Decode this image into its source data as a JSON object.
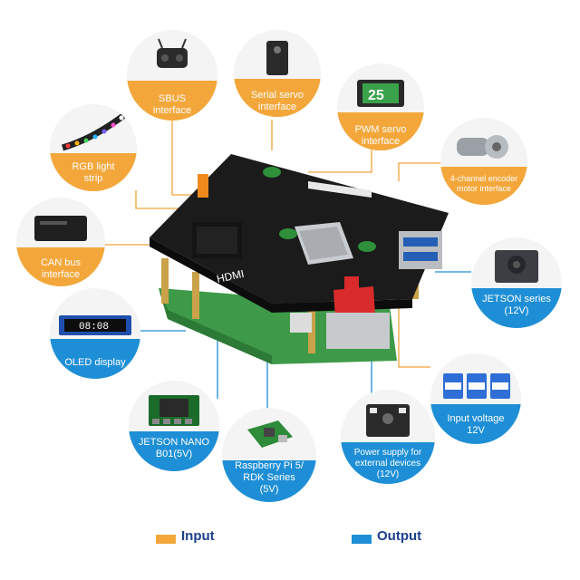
{
  "colors": {
    "input": "#f3a73b",
    "output": "#1e8fd6",
    "connector_input": "#f0a43a",
    "connector_output": "#1e8fd6"
  },
  "labels": {
    "sbus": [
      "SBUS",
      "interface"
    ],
    "serial": [
      "Serial servo",
      "interface"
    ],
    "pwm": [
      "PWM servo",
      "interface"
    ],
    "encoder": [
      "4-channel encoder",
      "motor interface"
    ],
    "rgb": [
      "RGB light",
      "strip"
    ],
    "can": [
      "CAN bus",
      "interface"
    ],
    "jetson": [
      "JETSON series",
      "(12V)"
    ],
    "oled": [
      "OLED display"
    ],
    "voltage": [
      "Input voltage",
      "12V"
    ],
    "nano": [
      "JETSON NANO",
      "B01(5V)"
    ],
    "rpi": [
      "Raspberry Pi 5/",
      "RDK Series",
      "(5V)"
    ],
    "power": [
      "Power supply for",
      "external devices",
      "(12V)"
    ]
  },
  "icons": {
    "sbus": "remote-controller-icon",
    "serial": "serial-servo-icon",
    "pwm": "pwm-servo-icon",
    "encoder": "encoder-motor-icon",
    "rgb": "led-strip-icon",
    "can": "can-analyzer-icon",
    "jetson": "jetson-module-icon",
    "oled": "oled-display-icon",
    "voltage": "battery-icon",
    "nano": "jetson-nano-icon",
    "rpi": "raspberry-pi-icon",
    "power": "power-board-icon"
  },
  "device_text": {
    "pwm_face": "25",
    "oled_readout": "08:08",
    "hdmi": "HDMI"
  },
  "legend": {
    "input": "Input",
    "output": "Output"
  }
}
